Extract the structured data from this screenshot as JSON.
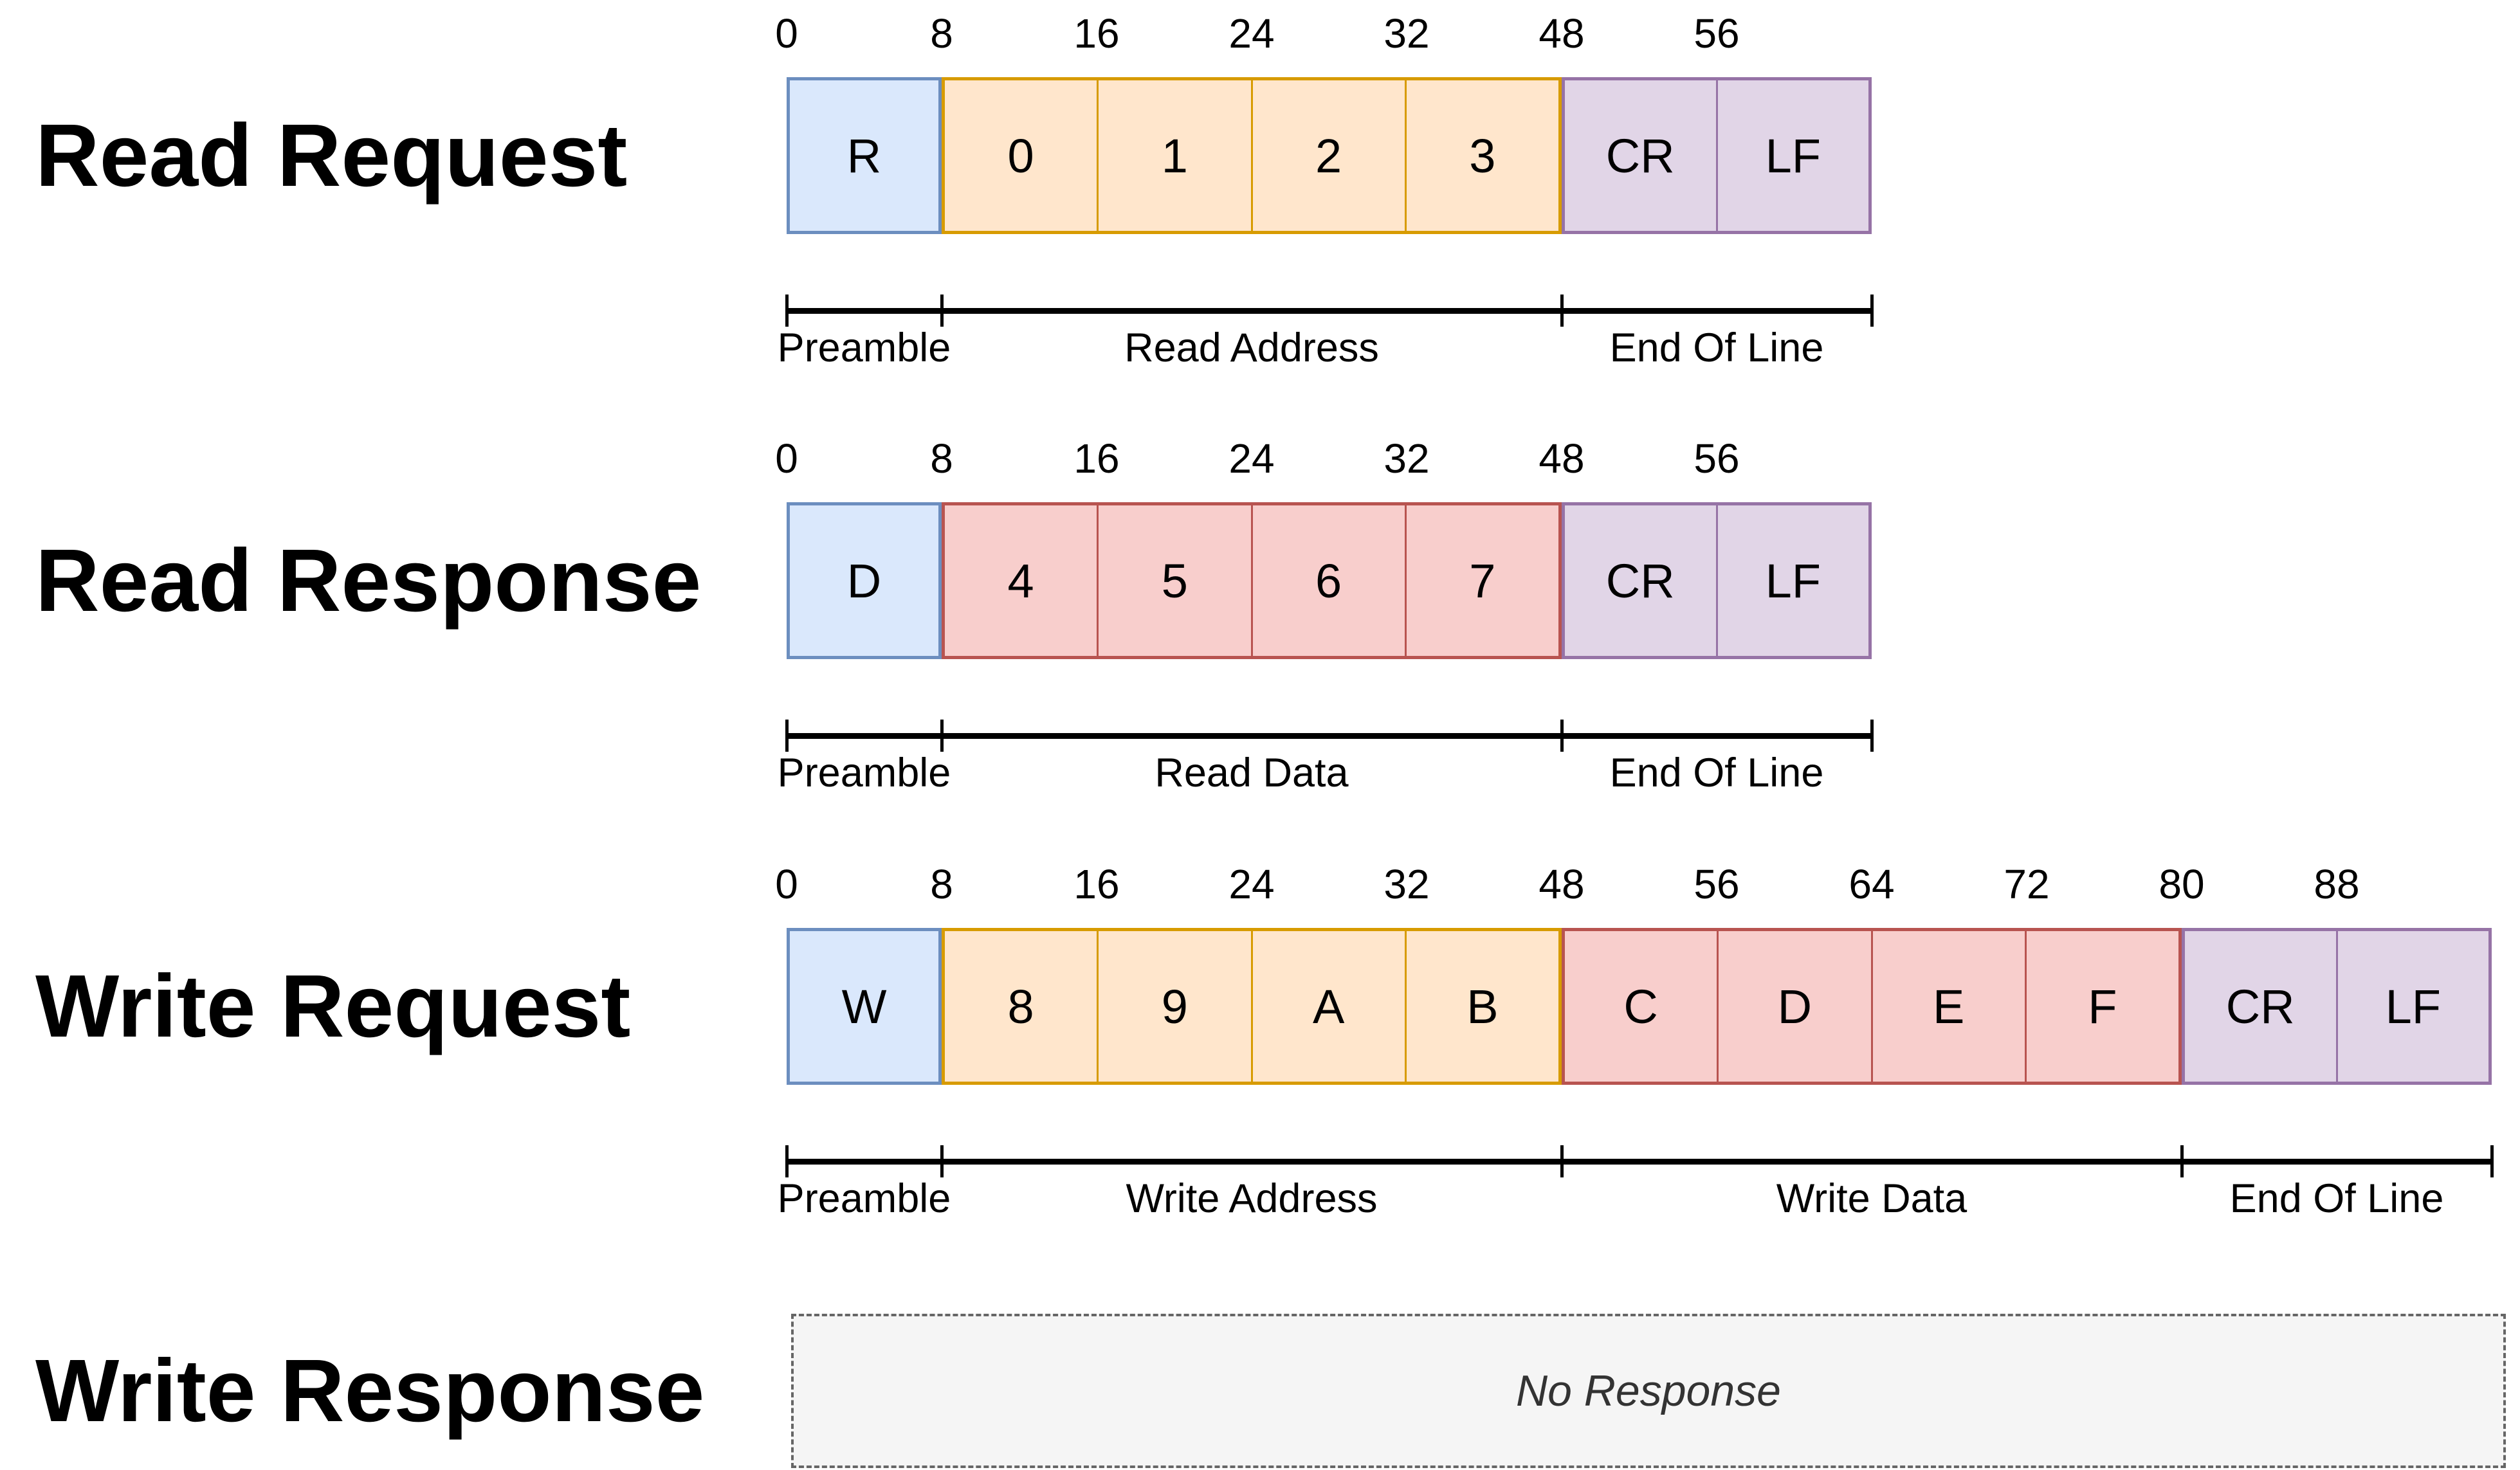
{
  "palette": {
    "preamble": {
      "fill": "#dae8fc",
      "stroke": "#6c8ebf"
    },
    "address": {
      "fill": "#ffe6cc",
      "stroke": "#d79b00"
    },
    "data": {
      "fill": "#f8cecc",
      "stroke": "#b85450"
    },
    "eol": {
      "fill": "#e1d5e7",
      "stroke": "#9673a6"
    },
    "none": {
      "fill": "#f5f5f5",
      "stroke": "#666666",
      "text": "#333333"
    }
  },
  "rows": [
    {
      "title": "Read Request",
      "bits": [
        "0",
        "8",
        "16",
        "24",
        "32",
        "48",
        "56"
      ],
      "groups": [
        {
          "palette": "preamble",
          "cells": [
            "R"
          ]
        },
        {
          "palette": "address",
          "cells": [
            "0",
            "1",
            "2",
            "3"
          ]
        },
        {
          "palette": "eol",
          "cells": [
            "CR",
            "LF"
          ]
        }
      ],
      "segments": [
        {
          "label": "Preamble",
          "span": 1
        },
        {
          "label": "Read Address",
          "span": 4
        },
        {
          "label": "End Of Line",
          "span": 2
        }
      ]
    },
    {
      "title": "Read Response",
      "bits": [
        "0",
        "8",
        "16",
        "24",
        "32",
        "48",
        "56"
      ],
      "groups": [
        {
          "palette": "preamble",
          "cells": [
            "D"
          ]
        },
        {
          "palette": "data",
          "cells": [
            "4",
            "5",
            "6",
            "7"
          ]
        },
        {
          "palette": "eol",
          "cells": [
            "CR",
            "LF"
          ]
        }
      ],
      "segments": [
        {
          "label": "Preamble",
          "span": 1
        },
        {
          "label": "Read Data",
          "span": 4
        },
        {
          "label": "End Of Line",
          "span": 2
        }
      ]
    },
    {
      "title": "Write Request",
      "bits": [
        "0",
        "8",
        "16",
        "24",
        "32",
        "48",
        "56",
        "64",
        "72",
        "80",
        "88"
      ],
      "groups": [
        {
          "palette": "preamble",
          "cells": [
            "W"
          ]
        },
        {
          "palette": "address",
          "cells": [
            "8",
            "9",
            "A",
            "B"
          ]
        },
        {
          "palette": "data",
          "cells": [
            "C",
            "D",
            "E",
            "F"
          ]
        },
        {
          "palette": "eol",
          "cells": [
            "CR",
            "LF"
          ]
        }
      ],
      "segments": [
        {
          "label": "Preamble",
          "span": 1
        },
        {
          "label": "Write Address",
          "span": 4
        },
        {
          "label": "Write Data",
          "span": 4
        },
        {
          "label": "End Of Line",
          "span": 2
        }
      ]
    },
    {
      "title": "Write Response",
      "no_response": {
        "label": "No Response"
      }
    }
  ]
}
